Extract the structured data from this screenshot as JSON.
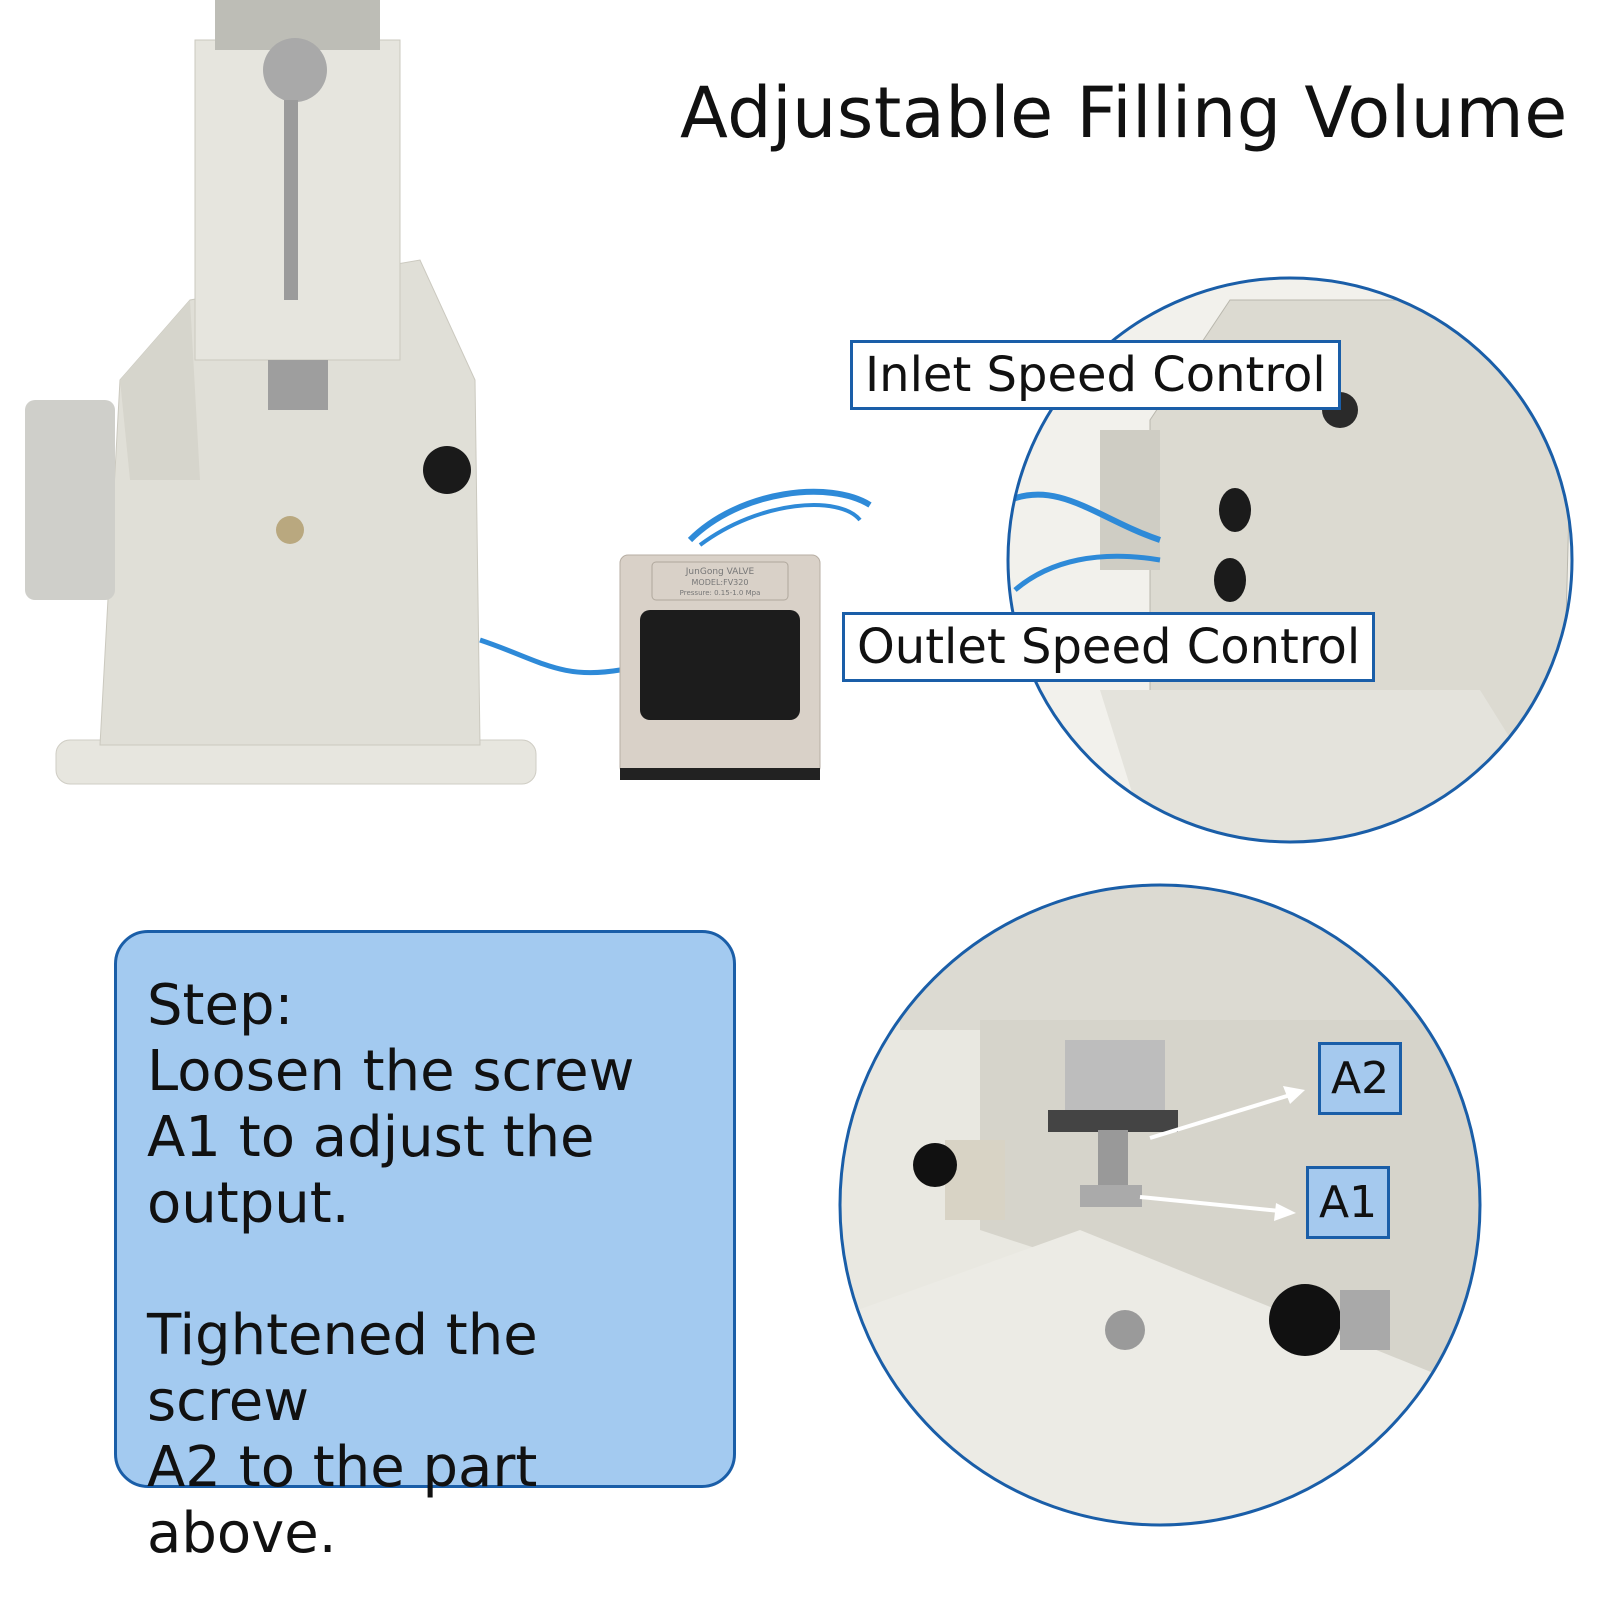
{
  "title": "Adjustable Filling Volume",
  "callouts": {
    "inlet": "Inlet Speed Control",
    "outlet": "Outlet Speed Control"
  },
  "labels": {
    "a2": "A2",
    "a1": "A1"
  },
  "instructions": {
    "heading": "Step:",
    "step1_lines": [
      "Loosen the screw",
      "A1 to adjust the",
      "output."
    ],
    "step2_lines": [
      "Tightened the screw",
      "A2 to the part above."
    ]
  },
  "pedal_label": [
    "JunGong VALVE",
    "MODEL:FV320",
    "Pressure: 0.15-1.0 Mpa"
  ],
  "colors": {
    "accent_blue": "#1a5ea8",
    "box_fill": "#a3caf0",
    "machine": "#e3e2da"
  }
}
